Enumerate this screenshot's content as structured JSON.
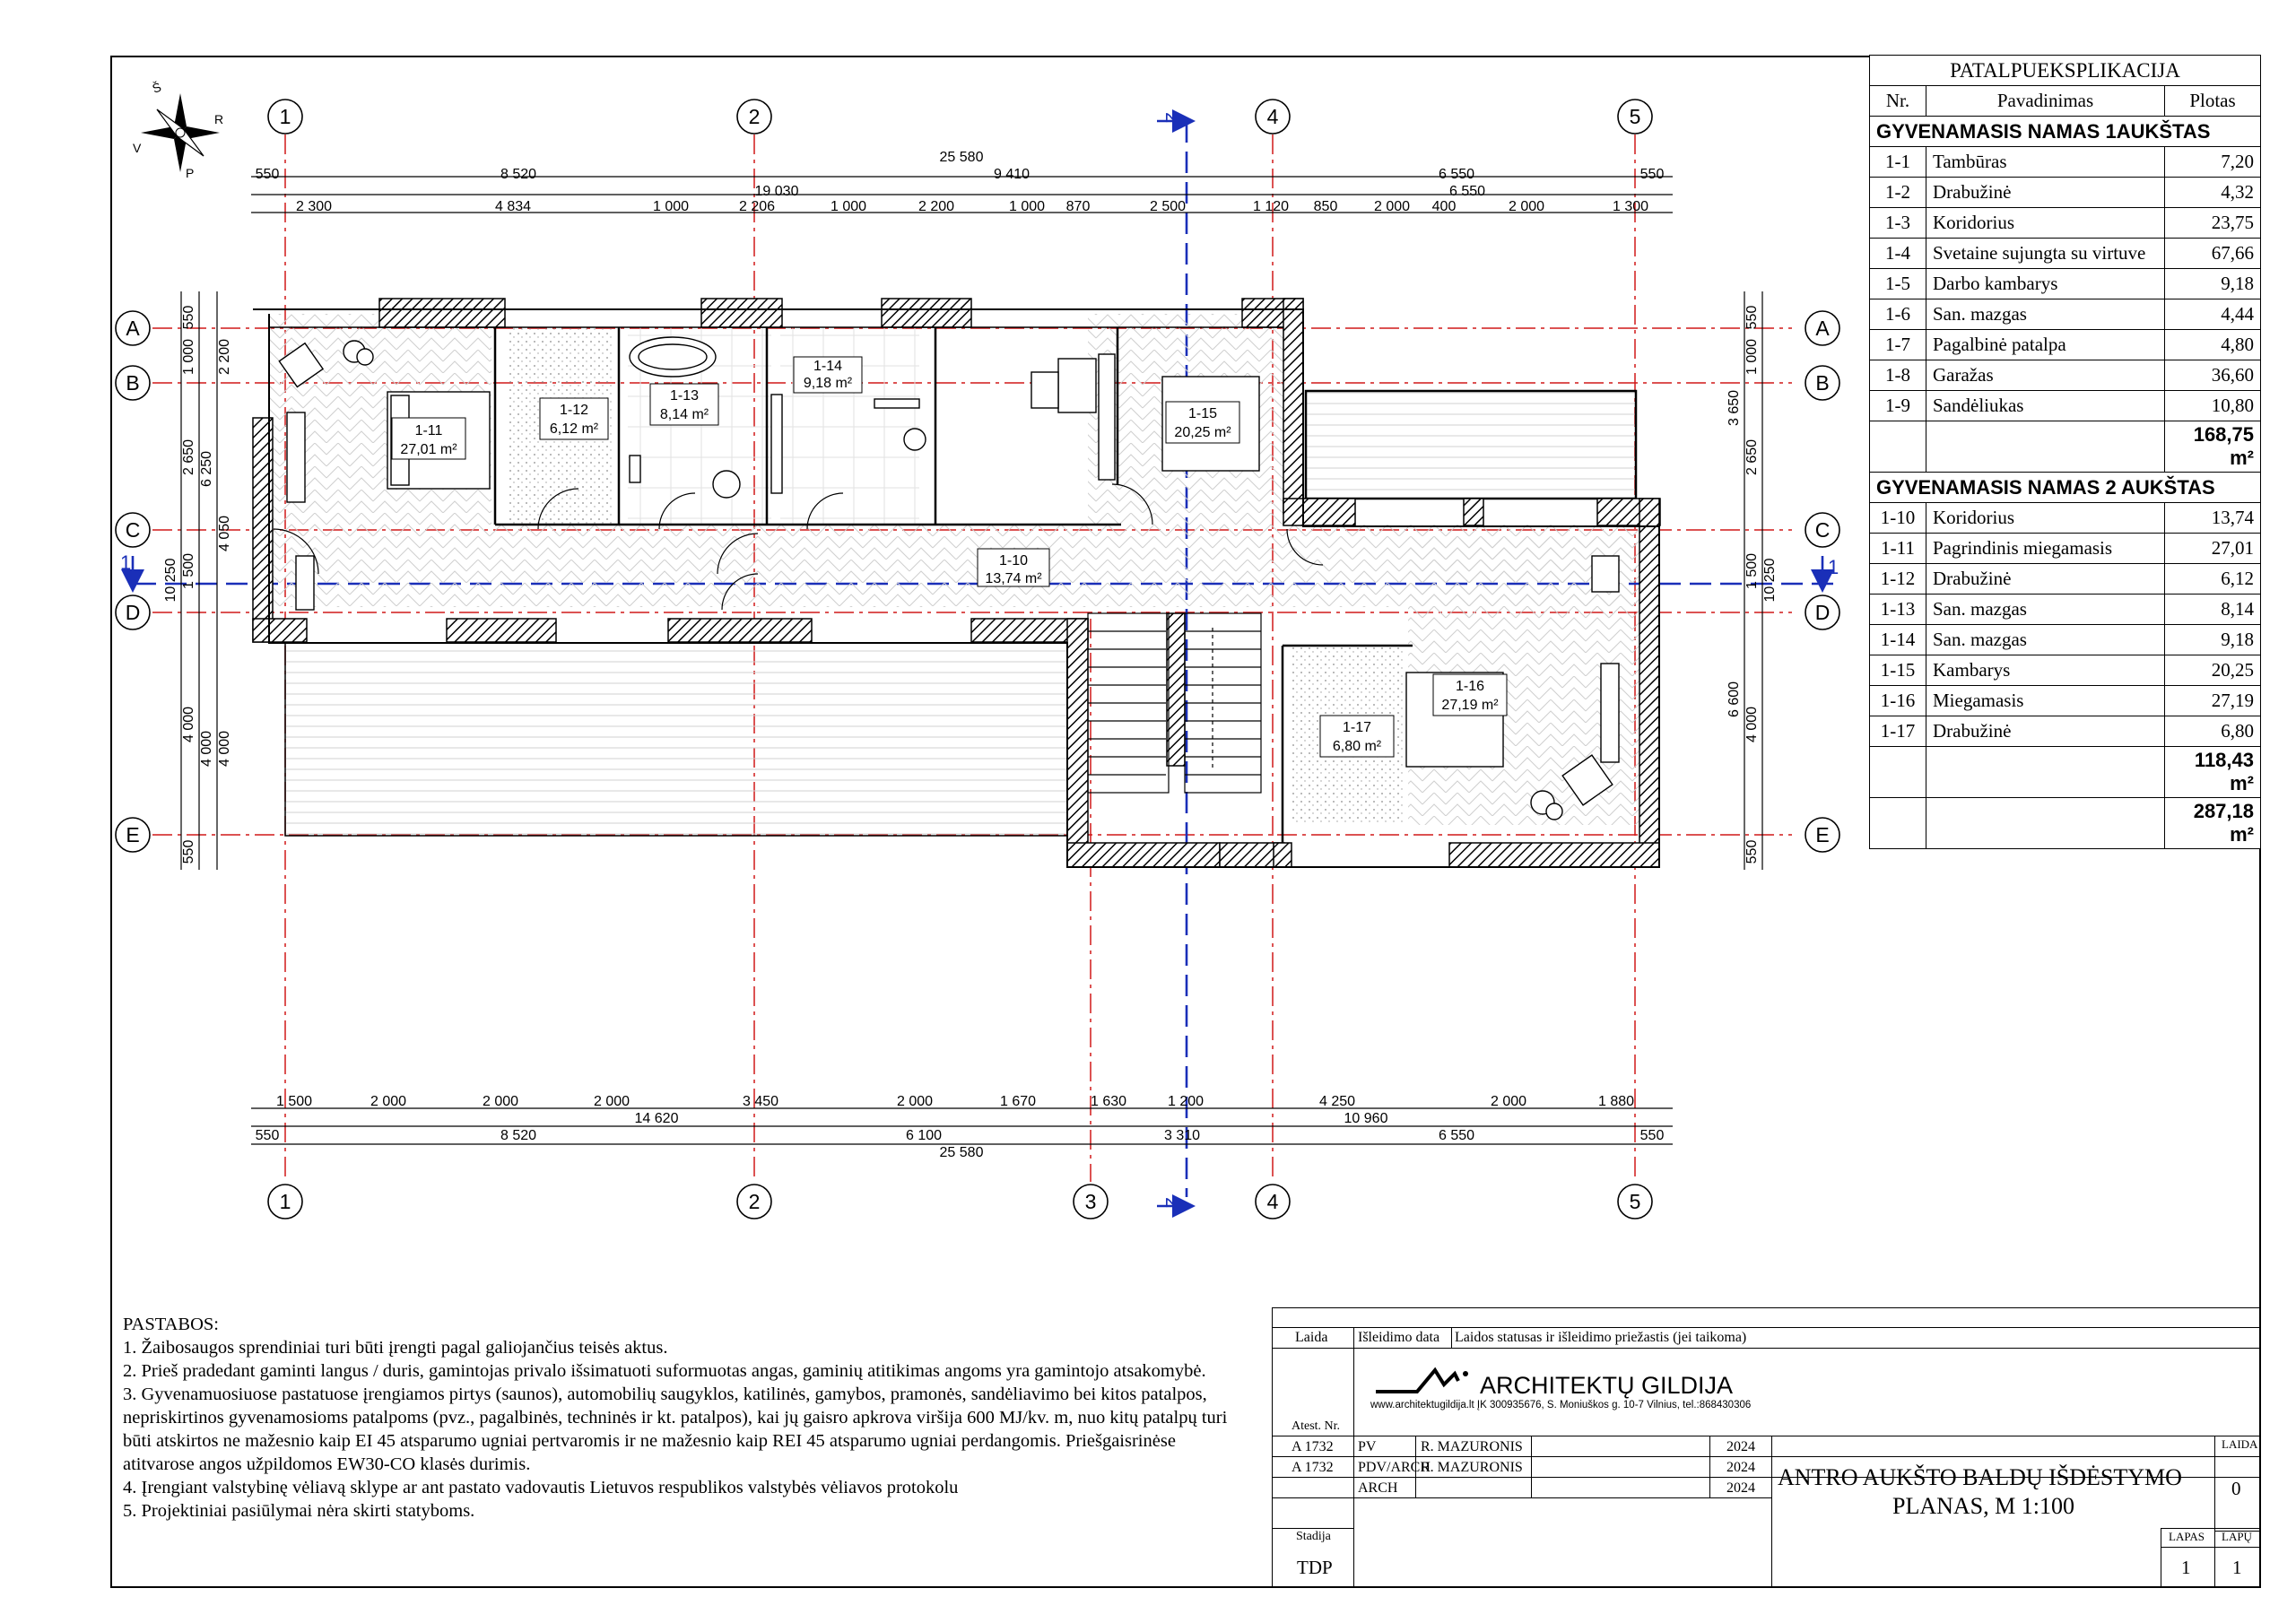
{
  "north_arrow": {
    "labels": [
      "Š",
      "R",
      "P",
      "V"
    ]
  },
  "axes": {
    "vertical": [
      "1",
      "2",
      "4",
      "5"
    ],
    "bottom_vertical": [
      "1",
      "2",
      "3",
      "4",
      "5"
    ],
    "horizontal": [
      "A",
      "B",
      "C",
      "D",
      "E"
    ]
  },
  "section_marks": {
    "top": "2",
    "bottom": "2",
    "left": "1",
    "right": "1"
  },
  "dims_top": {
    "row1": [
      "550",
      "8 520",
      "9 410",
      "6 550",
      "550"
    ],
    "overall": "25 580",
    "row2": [
      "19 030",
      "6 550"
    ],
    "row3": [
      "2 300",
      "4 834",
      "1 000",
      "2 206",
      "1 000",
      "2 200",
      "1 000",
      "870",
      "2 500",
      "1 120",
      "850",
      "2 000",
      "400",
      "2 000",
      "1 300"
    ]
  },
  "dims_bottom": {
    "row1": [
      "1 500",
      "2 000",
      "2 000",
      "2 000",
      "3 450",
      "2 000",
      "1 670",
      "1 630",
      "1 200",
      "4 250",
      "2 000",
      "1 880"
    ],
    "sub": [
      "14 620",
      "10 960"
    ],
    "row2": [
      "550",
      "8 520",
      "6 100",
      "3 310",
      "6 550",
      "550"
    ],
    "overall": "25 580"
  },
  "dims_left": [
    "550",
    "1 000",
    "2 200",
    "2 650",
    "6 250",
    "4 050",
    "1 500",
    "10 250",
    "4 000",
    "4 000",
    "4 000",
    "550"
  ],
  "dims_right": [
    "550",
    "1 000",
    "3 650",
    "2 650",
    "1 500",
    "10 250",
    "6 600",
    "4 000",
    "550"
  ],
  "rooms": [
    {
      "id": "1-11",
      "area": "27,01 m²"
    },
    {
      "id": "1-12",
      "area": "6,12 m²"
    },
    {
      "id": "1-13",
      "area": "8,14 m²"
    },
    {
      "id": "1-14",
      "area": "9,18 m²"
    },
    {
      "id": "1-15",
      "area": "20,25 m²"
    },
    {
      "id": "1-10",
      "area": "13,74 m²"
    },
    {
      "id": "1-16",
      "area": "27,19 m²"
    },
    {
      "id": "1-17",
      "area": "6,80 m²"
    }
  ],
  "explication": {
    "title": "PATALPUEKSPLIKACIJA",
    "headers": [
      "Nr.",
      "Pavadinimas",
      "Plotas"
    ],
    "sections": [
      {
        "name": "GYVENAMASIS NAMAS 1AUKŠTAS",
        "rows": [
          [
            "1-1",
            "Tambūras",
            "7,20"
          ],
          [
            "1-2",
            "Drabužinė",
            "4,32"
          ],
          [
            "1-3",
            "Koridorius",
            "23,75"
          ],
          [
            "1-4",
            "Svetaine sujungta su virtuve",
            "67,66"
          ],
          [
            "1-5",
            "Darbo kambarys",
            "9,18"
          ],
          [
            "1-6",
            "San. mazgas",
            "4,44"
          ],
          [
            "1-7",
            "Pagalbinė patalpa",
            "4,80"
          ],
          [
            "1-8",
            "Garažas",
            "36,60"
          ],
          [
            "1-9",
            "Sandėliukas",
            "10,80"
          ]
        ],
        "total": "168,75 m²"
      },
      {
        "name": "GYVENAMASIS NAMAS 2 AUKŠTAS",
        "rows": [
          [
            "1-10",
            "Koridorius",
            "13,74"
          ],
          [
            "1-11",
            "Pagrindinis miegamasis",
            "27,01"
          ],
          [
            "1-12",
            "Drabužinė",
            "6,12"
          ],
          [
            "1-13",
            "San. mazgas",
            "8,14"
          ],
          [
            "1-14",
            "San. mazgas",
            "9,18"
          ],
          [
            "1-15",
            "Kambarys",
            "20,25"
          ],
          [
            "1-16",
            "Miegamasis",
            "27,19"
          ],
          [
            "1-17",
            "Drabužinė",
            "6,80"
          ]
        ],
        "total": "118,43 m²"
      }
    ],
    "grand_total": "287,18 m²"
  },
  "notes": {
    "title": "PASTABOS:",
    "items": [
      "1. Žaibosaugos sprendiniai turi būti įrengti pagal galiojančius teisės aktus.",
      "2. Prieš pradedant gaminti langus / duris, gamintojas privalo išsimatuoti suformuotas angas, gaminių atitikimas angoms yra gamintojo atsakomybė.",
      "3. Gyvenamuosiuose pastatuose įrengiamos pirtys (saunos), automobilių saugyklos, katilinės, gamybos, pramonės, sandėliavimo bei kitos patalpos, nepriskirtinos gyvenamosioms patalpoms (pvz., pagalbinės, techninės ir kt. patalpos), kai jų gaisro apkrova viršija 600 MJ/kv. m, nuo kitų patalpų turi būti atskirtos ne mažesnio kaip EI 45 atsparumo ugniai pertvaromis ir ne mažesnio kaip REI 45 atsparumo ugniai perdangomis. Priešgaisrinėse atitvarose angos užpildomos EW30-CO klasės durimis.",
      "4. Įrengiant valstybinę vėliavą sklype ar ant pastato vadovautis Lietuvos respublikos valstybės vėliavos protokolu",
      "5. Projektiniai pasiūlymai nėra skirti statyboms."
    ]
  },
  "title_block": {
    "laida": "Laida",
    "isleidimo_data": "Išleidimo data",
    "laidos_statusas": "Laidos statusas ir išleidimo priežastis (jei taikoma)",
    "company_name": "ARCHITEKTŲ GILDIJA",
    "company_info": "www.architektugildija.lt  ĮK 300935676, S. Moniuškos g. 10-7 Vilnius, tel.:868430306",
    "atest_label": "Atest. Nr.",
    "staff": [
      {
        "atest": "A 1732",
        "role": "PV",
        "name": "R. MAZURONIS",
        "year": "2024"
      },
      {
        "atest": "A 1732",
        "role": "PDV/ARCH",
        "name": "R. MAZURONIS",
        "year": "2024"
      },
      {
        "atest": "",
        "role": "ARCH",
        "name": "",
        "year": "2024"
      }
    ],
    "sheet_title_1": "ANTRO AUKŠTO BALDŲ IŠDĖSTYMO",
    "sheet_title_2": "PLANAS, M 1:100",
    "laida_label": "LAIDA",
    "laida_value": "0",
    "stadija_label": "Stadija",
    "stadija_value": "TDP",
    "lapas_label": "LAPAS",
    "lapas_value": "1",
    "lapu_label": "LAPŲ",
    "lapu_value": "1"
  },
  "colors": {
    "axis_line": "#d01818",
    "section_line": "#1a2fb8",
    "wall_hatch": "#000000"
  }
}
